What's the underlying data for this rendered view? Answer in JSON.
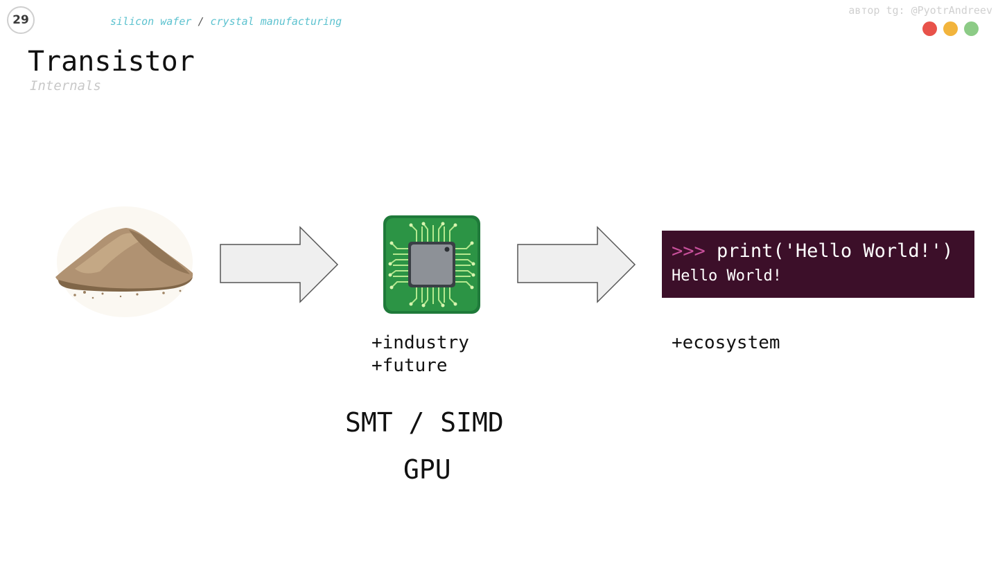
{
  "header": {
    "page_number": "29",
    "breadcrumb": {
      "part1": "silicon wafer",
      "separator": "/",
      "part2": "crystal manufacturing"
    },
    "author": "автор tg: @PyotrAndreev",
    "dot_colors": [
      "#e8524a",
      "#f2b43c",
      "#8ccb86"
    ]
  },
  "slide": {
    "title": "Transistor",
    "subtitle": "Internals"
  },
  "terminal": {
    "prompt": ">>>",
    "command": "print('Hello World!')",
    "output": "Hello World!",
    "background_color": "#3c0f29",
    "prompt_color": "#c8509b"
  },
  "captions": {
    "chip_lines": [
      "+industry",
      "+future"
    ],
    "terminal_line": "+ecosystem"
  },
  "labels": {
    "smt_simd": "SMT / SIMD",
    "gpu": "GPU"
  },
  "icons": {
    "sand": "sand-pile-icon",
    "arrow": "right-arrow-icon",
    "chip": "microchip-icon"
  }
}
